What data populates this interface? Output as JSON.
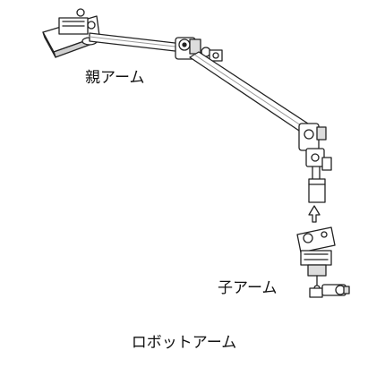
{
  "labels": {
    "parent_arm": "親アーム",
    "child_arm": "子アーム"
  },
  "caption": "ロボットアーム",
  "colors": {
    "line": "#222222",
    "fill": "#ffffff",
    "shade": "#bdbdbd"
  }
}
